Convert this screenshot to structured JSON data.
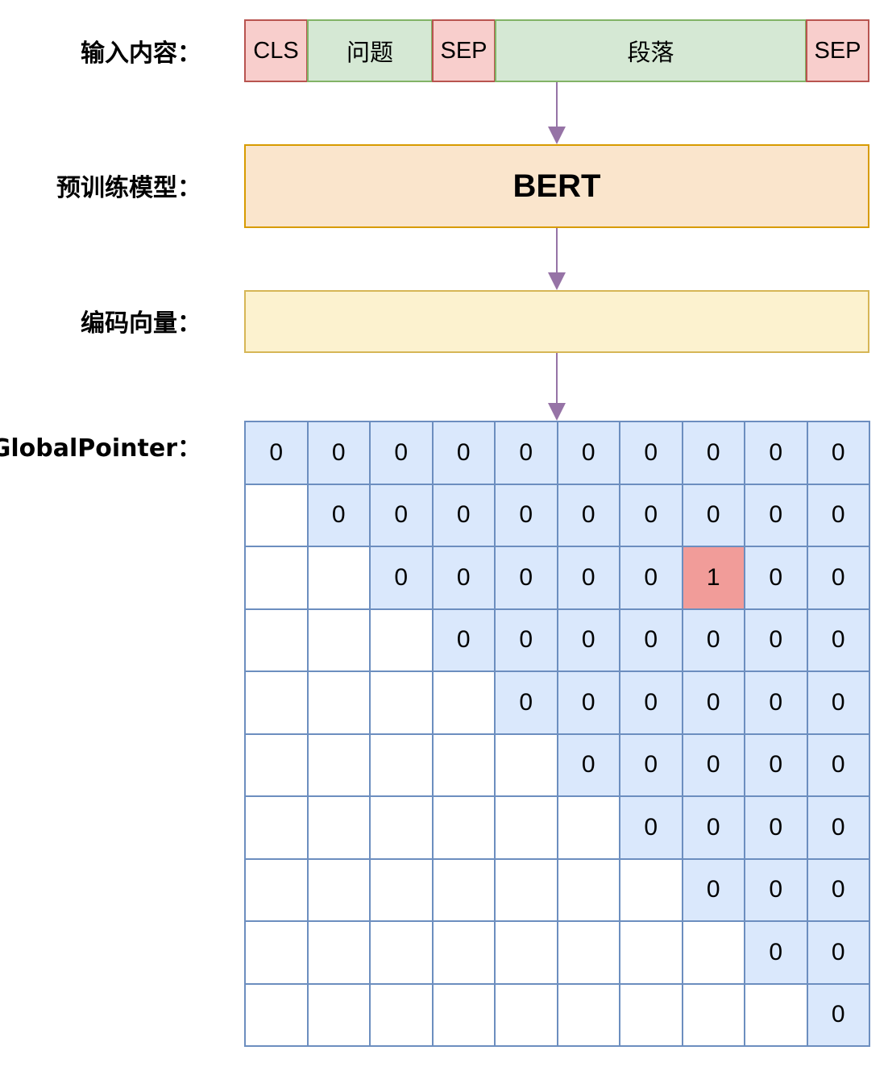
{
  "labels": {
    "input": "输入内容：",
    "model": "预训练模型：",
    "vector": "编码向量：",
    "pointer": "GlobalPointer："
  },
  "input_tokens": [
    {
      "text": "CLS",
      "kind": "special"
    },
    {
      "text": "问题",
      "kind": "content"
    },
    {
      "text": "SEP",
      "kind": "special"
    },
    {
      "text": "段落",
      "kind": "content"
    },
    {
      "text": "SEP",
      "kind": "special"
    }
  ],
  "model_name": "BERT",
  "matrix": [
    [
      "0",
      "0",
      "0",
      "0",
      "0",
      "0",
      "0",
      "0",
      "0",
      "0"
    ],
    [
      null,
      "0",
      "0",
      "0",
      "0",
      "0",
      "0",
      "0",
      "0",
      "0"
    ],
    [
      null,
      null,
      "0",
      "0",
      "0",
      "0",
      "0",
      "1",
      "0",
      "0"
    ],
    [
      null,
      null,
      null,
      "0",
      "0",
      "0",
      "0",
      "0",
      "0",
      "0"
    ],
    [
      null,
      null,
      null,
      null,
      "0",
      "0",
      "0",
      "0",
      "0",
      "0"
    ],
    [
      null,
      null,
      null,
      null,
      null,
      "0",
      "0",
      "0",
      "0",
      "0"
    ],
    [
      null,
      null,
      null,
      null,
      null,
      null,
      "0",
      "0",
      "0",
      "0"
    ],
    [
      null,
      null,
      null,
      null,
      null,
      null,
      null,
      "0",
      "0",
      "0"
    ],
    [
      null,
      null,
      null,
      null,
      null,
      null,
      null,
      null,
      "0",
      "0"
    ],
    [
      null,
      null,
      null,
      null,
      null,
      null,
      null,
      null,
      null,
      "0"
    ]
  ],
  "colors": {
    "arrow": "#9673a6",
    "highlight": "#f19c99",
    "cell": "#dae8fc"
  }
}
